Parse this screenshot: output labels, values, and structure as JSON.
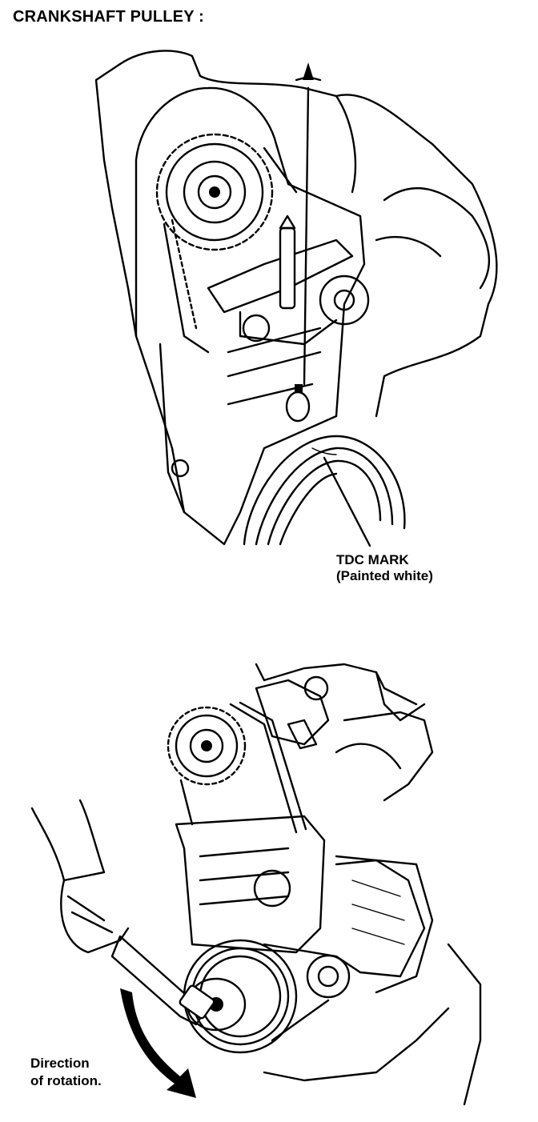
{
  "figure": {
    "title": "CRANKSHAFT PULLEY :",
    "callouts": {
      "tdc_mark_line1": "TDC MARK",
      "tdc_mark_line2": "(Painted white)",
      "direction_line1": "Direction",
      "direction_line2": "of rotation."
    },
    "icons": {
      "pointer": "pointer-arrow-icon",
      "rotation": "rotation-arrow-icon"
    },
    "colors": {
      "ink": "#000000",
      "paper": "#ffffff"
    }
  }
}
